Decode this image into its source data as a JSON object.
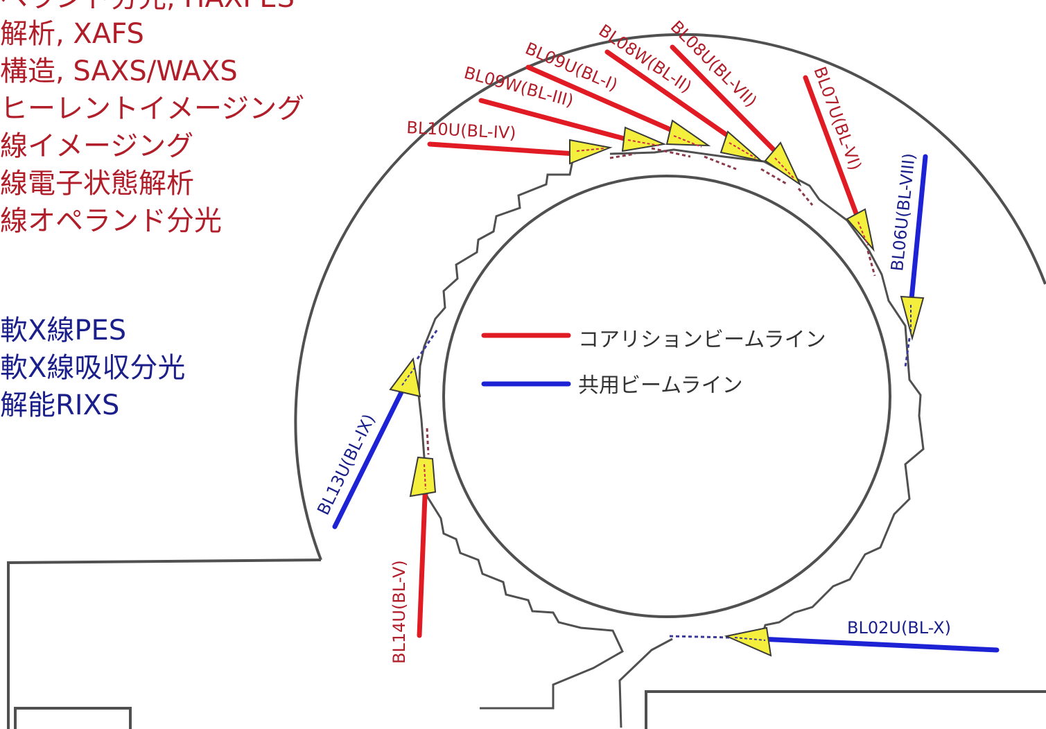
{
  "techniques": {
    "red": [
      "ペランド分光, HAXPES",
      "解析, XAFS",
      "構造, SAXS/WAXS",
      "ヒーレントイメージング",
      "線イメージング",
      "線電子状態解析",
      "線オペランド分光"
    ],
    "blue": [
      "軟X線PES",
      "軟X線吸収分光",
      "解能RIXS"
    ]
  },
  "legend": {
    "coalition": "コアリションビームライン",
    "shared": "共用ビームライン"
  },
  "beamlines": {
    "bl10u": "BL10U(BL-IV)",
    "bl09w": "BL09W(BL-III)",
    "bl09u": "BL09U(BL-I)",
    "bl08w": "BL08W(BL-II)",
    "bl08u": "BL08U(BL-VII)",
    "bl07u": "BL07U(BL-VI)",
    "bl06u": "BL06U(BL-VIII)",
    "bl13u": "BL13U(BL-IX)",
    "bl14u": "BL14U(BL-V)",
    "bl02u": "BL02U(BL-X)"
  },
  "colors": {
    "coalition": "#e01b24",
    "shared": "#1d23d4",
    "coalition_text": "#b01e2a",
    "shared_text": "#1b1f8a",
    "source_fill": "#f4ef3c",
    "wall": "#505050"
  }
}
